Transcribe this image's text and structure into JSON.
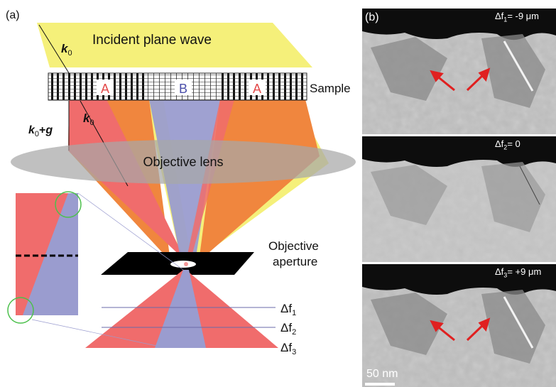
{
  "panel_a": {
    "tag": "(a)",
    "wave_label": "Incident plane wave",
    "k0_top": "k",
    "k0_top_sub": "0",
    "sample_label": "Sample",
    "region_a_left": "A",
    "region_b": "B",
    "region_a_right": "A",
    "k0_side": "k",
    "k0_side_sub": "0",
    "k0g_label_k": "k",
    "k0g_label_sub": "0",
    "k0g_label_plus": "+",
    "k0g_label_g": "g",
    "lens_label": "Objective lens",
    "aperture_label_1": "Objective",
    "aperture_label_2": "aperture",
    "df1": "Δf",
    "df1_sub": "1",
    "df2": "Δf",
    "df2_sub": "2",
    "df3": "Δf",
    "df3_sub": "3",
    "colors": {
      "incident": "#f5f07a",
      "diffracted": "#f06c6c",
      "transmitted": "#9a9ccf",
      "orange": "#f0863e",
      "lens": "#a8a8a8",
      "highlight": "#4cc04c"
    }
  },
  "panel_b": {
    "tag": "(b)",
    "image_1": {
      "prefix": "Δf",
      "sub": "1",
      "value": "= -9 μm"
    },
    "image_2": {
      "prefix": "Δf",
      "sub": "2",
      "value": "= 0"
    },
    "image_3": {
      "prefix": "Δf",
      "sub": "3",
      "value": "= +9 μm"
    },
    "scale_bar": "50 nm",
    "arrow_color": "#e02020"
  }
}
